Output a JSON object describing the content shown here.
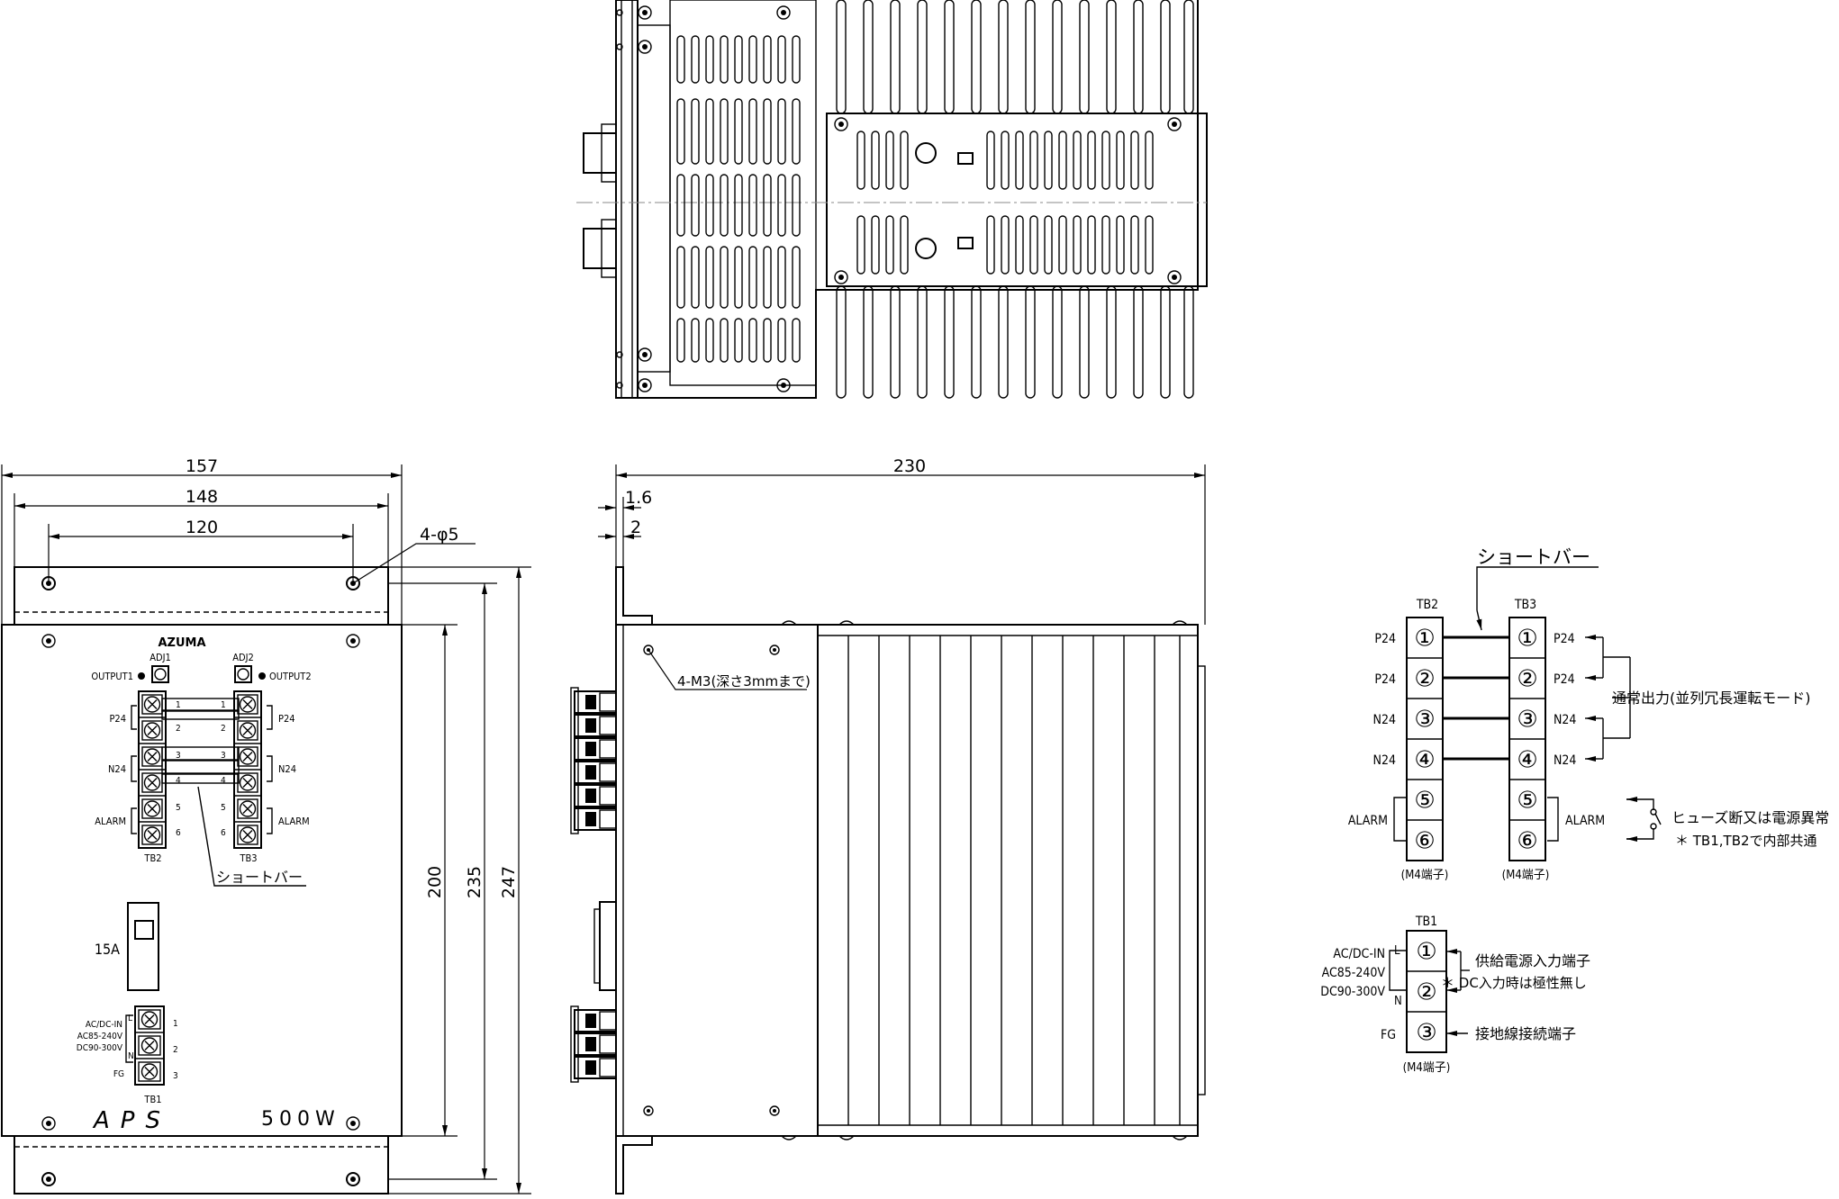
{
  "front_view": {
    "brand": "AZUMA",
    "adj1": "ADJ1",
    "adj2": "ADJ2",
    "output1": "OUTPUT1",
    "output2": "OUTPUT2",
    "p24": "P24",
    "n24": "N24",
    "alarm": "ALARM",
    "tb2": "TB2",
    "tb3": "TB3",
    "tb1": "TB1",
    "short_bar": "ショートバー",
    "fuse": "15A",
    "acdc_in": "AC/DC-IN",
    "ac_range": "AC85-240V",
    "dc_range": "DC90-300V",
    "fg": "FG",
    "term_l": "L",
    "term_n": "N",
    "model": "APS",
    "power": "500W",
    "numbers": [
      "1",
      "2",
      "3",
      "4",
      "5",
      "6"
    ]
  },
  "dimensions": {
    "width_157": "157",
    "width_148": "148",
    "width_120": "120",
    "holes": "4-φ5",
    "height_200": "200",
    "height_235": "235",
    "height_247": "247",
    "depth_230": "230",
    "thick_16": "1.6",
    "thick_2": "2",
    "screws": "4-M3(深さ3mmまで)"
  },
  "wiring": {
    "short_bar": "ショートバー",
    "tb2": "TB2",
    "tb3": "TB3",
    "tb1": "TB1",
    "labels_left": [
      "P24",
      "P24",
      "N24",
      "N24"
    ],
    "labels_right": [
      "P24",
      "P24",
      "N24",
      "N24"
    ],
    "alarm": "ALARM",
    "circled": [
      "①",
      "②",
      "③",
      "④",
      "⑤",
      "⑥"
    ],
    "m4": "(M4端子)",
    "normal_output": "通常出力(並列冗長運転モード)",
    "fuse_note": "ヒューズ断又は電源異常",
    "common_note": "＊ TB1,TB2で内部共通",
    "acdc_in": "AC/DC-IN",
    "ac_range": "AC85-240V",
    "dc_range": "DC90-300V",
    "term_l": "L",
    "term_n": "N",
    "fg": "FG",
    "supply_note": "供給電源入力端子",
    "dc_note": "＊ DC入力時は極性無し",
    "ground_note": "接地線接続端子"
  }
}
